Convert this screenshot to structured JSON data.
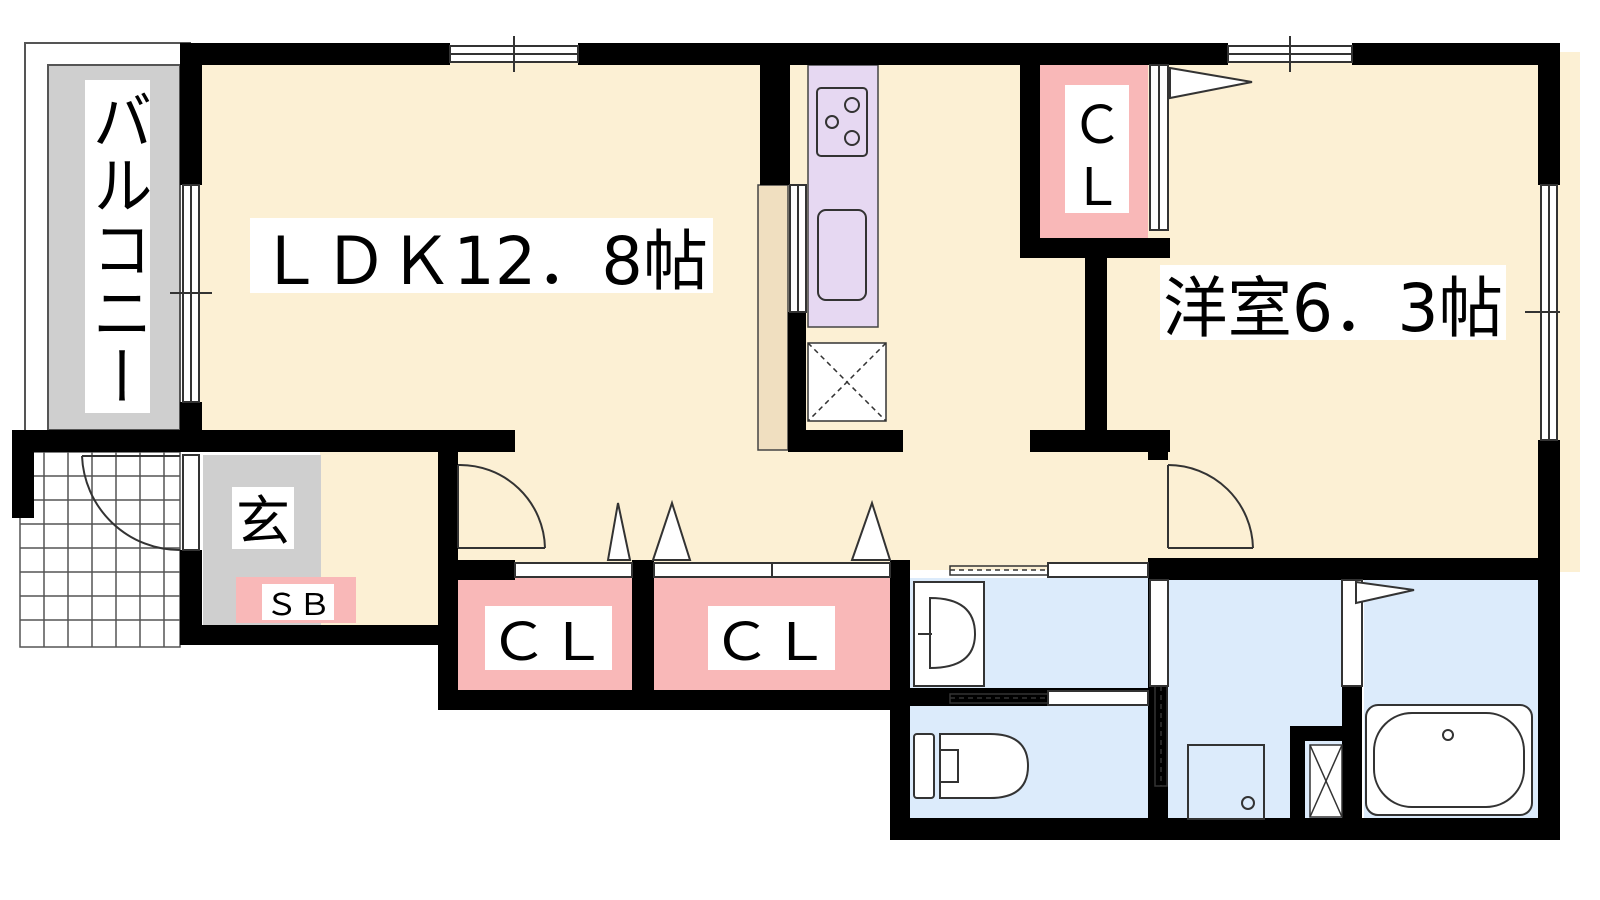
{
  "rooms": {
    "ldk": {
      "label": "ＬＤＫ12．8帖"
    },
    "western": {
      "label": "洋室6．3帖"
    },
    "balcony": {
      "label": "バルコニー"
    },
    "entrance": {
      "label": "玄"
    },
    "shoe_box": {
      "label": "ＳＢ"
    },
    "closet_bedroom": {
      "label_top": "Ｃ",
      "label_bottom": "Ｌ"
    },
    "closet_left": {
      "label": "ＣＬ"
    },
    "closet_right": {
      "label": "ＣＬ"
    }
  },
  "colors": {
    "wall": "#000000",
    "living_floor": "#fcf0d4",
    "closet": "#f9b8b8",
    "wet_area": "#dcebfb",
    "kitchen": "#e6d8f2",
    "balcony": "#cfcfcf",
    "counter": "#f0dfc0"
  }
}
